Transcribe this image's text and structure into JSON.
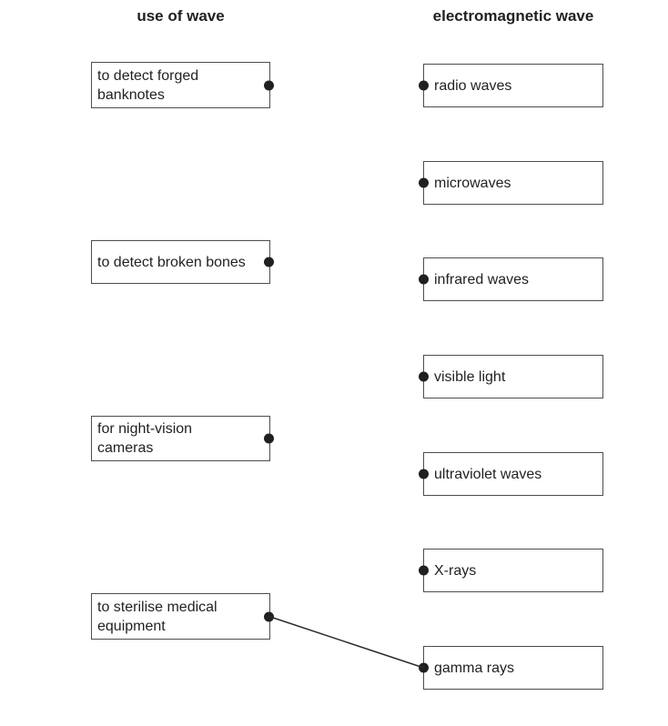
{
  "columns": {
    "left": {
      "header": "use of wave",
      "items": [
        {
          "id": "forged-banknotes",
          "label": "to detect forged\nbanknotes"
        },
        {
          "id": "broken-bones",
          "label": "to detect broken bones"
        },
        {
          "id": "night-vision",
          "label": "for night-vision\ncameras"
        },
        {
          "id": "sterilise",
          "label": "to sterilise medical\nequipment"
        }
      ]
    },
    "right": {
      "header": "electromagnetic wave",
      "items": [
        {
          "id": "radio",
          "label": "radio waves"
        },
        {
          "id": "microwaves",
          "label": "microwaves"
        },
        {
          "id": "infrared",
          "label": "infrared waves"
        },
        {
          "id": "visible",
          "label": "visible light"
        },
        {
          "id": "ultraviolet",
          "label": "ultraviolet waves"
        },
        {
          "id": "xrays",
          "label": "X-rays"
        },
        {
          "id": "gamma",
          "label": "gamma rays"
        }
      ]
    }
  },
  "connections": [
    {
      "from": "sterilise",
      "to": "gamma"
    }
  ],
  "colors": {
    "background": "#ffffff",
    "box_border": "#4d4d4d",
    "text": "#231f20",
    "dot": "#231f20",
    "line": "#2b2b2b"
  }
}
